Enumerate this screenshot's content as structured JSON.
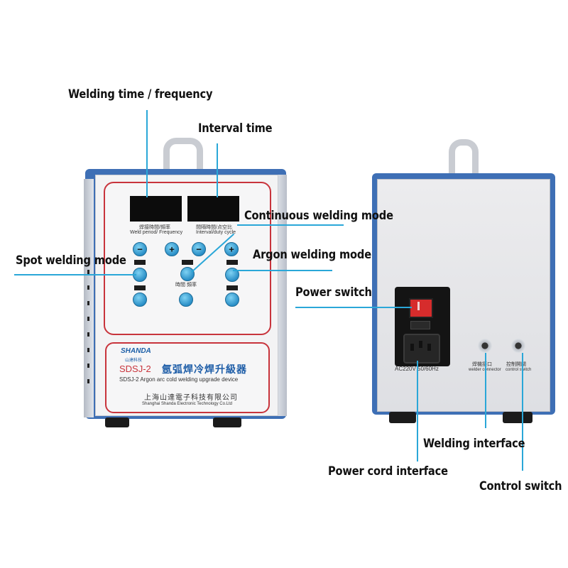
{
  "callouts": {
    "welding_time": "Welding time / frequency",
    "interval_time": "Interval time",
    "continuous_mode": "Continuous welding mode",
    "spot_mode": "Spot welding mode",
    "argon_mode": "Argon welding mode",
    "power_switch": "Power switch",
    "welding_interface": "Welding interface",
    "power_cord": "Power cord interface",
    "control_switch": "Control switch"
  },
  "front_panel": {
    "display_left_label_cn": "焊接時間/頻率",
    "display_left_label_en": "Weld period/ Frequency",
    "display_right_label_cn": "間隔時間/点空比",
    "display_right_label_en": "Interval/duty cycle",
    "minus": "−",
    "plus": "+",
    "small_label_cn": "時間 頻率",
    "brand": "SHANDA",
    "brand_cn": "山達科技",
    "model": "SDSJ-2",
    "title_cn": "氬弧焊冷焊升級器",
    "title_en": "SDSJ-2 Argon arc cold welding upgrade device",
    "company_cn": "上海山達電子科技有限公司",
    "company_en": "Shanghai Shanda Electronic Technology Co.Ltd"
  },
  "back_panel": {
    "voltage": "AC220V 50/60Hz",
    "weld_port_cn": "焊機接口",
    "weld_port_en": "welder connector",
    "control_port_cn": "控制開關",
    "control_port_en": "control switch"
  },
  "colors": {
    "callout_line": "#2aa7d8",
    "frame_blue": "#3e6fb5",
    "panel_red": "#c8343c",
    "button_blue": "#3aa6dc"
  }
}
